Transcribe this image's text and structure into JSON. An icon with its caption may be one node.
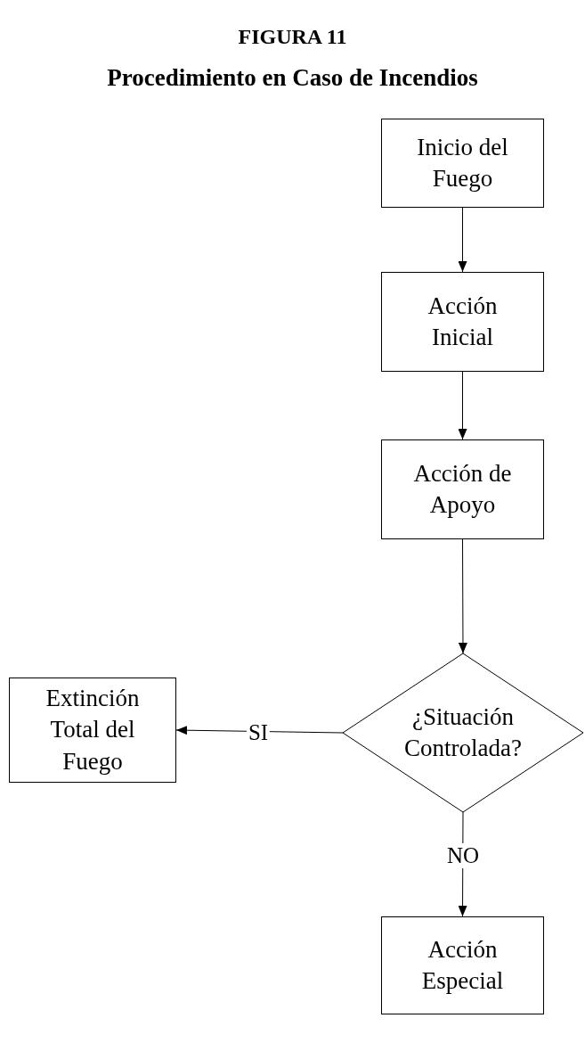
{
  "diagram": {
    "title": "FIGURA 11",
    "caption": "Procedimiento en Caso de Incendios",
    "nodes": [
      {
        "text": [
          "Inicio del Fuego"
        ]
      },
      {
        "text": [
          "Acción Inicial"
        ]
      },
      {
        "text": [
          "Acción de Apoyo"
        ]
      },
      {
        "text": [
          "¿Situación Controlada?"
        ]
      },
      {
        "text": [
          "Extinción Total del Fuego"
        ]
      },
      {
        "text": [
          "Acción Especial"
        ]
      }
    ],
    "edges": [
      {
        "from": 0,
        "to": 1,
        "arrow": "to"
      },
      {
        "from": 1,
        "to": 2,
        "arrow": "to"
      },
      {
        "from": 2,
        "to": 3,
        "arrow": "to"
      },
      {
        "from": 3,
        "to": 4,
        "arrow": "to",
        "label": "SI"
      },
      {
        "from": 3,
        "to": 5,
        "arrow": "to",
        "label": "NO"
      }
    ]
  }
}
